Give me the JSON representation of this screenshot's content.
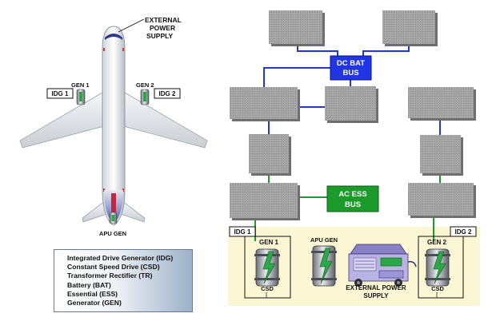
{
  "aircraft": {
    "external_power_label_line1": "EXTERNAL",
    "external_power_label_line2": "POWER",
    "external_power_label_line3": "SUPPLY",
    "gen1_label": "GEN 1",
    "gen2_label": "GEN 2",
    "idg1_label": "IDG 1",
    "idg2_label": "IDG 2",
    "apu_gen_label": "APU GEN"
  },
  "legend": {
    "items": [
      "Integrated Drive Generator (IDG)",
      "Constant Speed Drive (CSD)",
      "Transformer Rectifier (TR)",
      "Battery (BAT)",
      "Essential (ESS)",
      "Generator (GEN)"
    ]
  },
  "schematic": {
    "dc_bat_bus_line1": "DC BAT",
    "dc_bat_bus_line2": "BUS",
    "ac_ess_bus_line1": "AC ESS",
    "ac_ess_bus_line2": "BUS",
    "idg1_label": "IDG 1",
    "idg2_label": "IDG 2",
    "gen1_label": "GEN 1",
    "gen2_label": "GEN 2",
    "apu_gen_label": "APU GEN",
    "csd1_label": "CSD",
    "csd2_label": "CSD",
    "ext_power_line1": "EXTERNAL POWER",
    "ext_power_line2": "SUPPLY"
  },
  "colors": {
    "dc_bus_blue": "#1f35e6",
    "ac_bus_green": "#1c9a2a",
    "generator_green": "#2aa84a",
    "source_area_yellow": "#fbf6d3",
    "grey_box": "#a3a3a3"
  }
}
